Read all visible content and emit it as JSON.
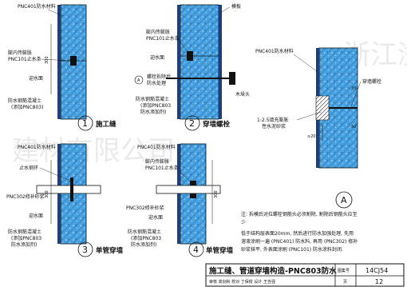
{
  "watermark": {
    "left": "建材有限公司",
    "right": "浙江溢彩"
  },
  "d1": {
    "caption": "施工缝",
    "num": "1",
    "labels": {
      "top": "PNC401防水材料",
      "stop1": "膨内传膨胀",
      "stop2": "PNC101止水条",
      "water": "迎水面",
      "conc1": "防水钢筋混凝土",
      "conc2": "(添加PNC803)",
      "dim": "300"
    }
  },
  "d2": {
    "caption": "穿墙螺栓",
    "num": "2",
    "labels": {
      "form": "模板",
      "stop1": "膨内传膨胀",
      "stop2": "PNC101止水条",
      "water": "迎水面",
      "boltA": "A",
      "bolt1": "螺栓拆除后",
      "bolt2": "防水处理",
      "wood": "木垛头",
      "conc1": "防水钢筋混凝土",
      "conc2": "(添加PNC803",
      "conc3": "防水添加剂)"
    }
  },
  "d3": {
    "caption": "单管穿墙",
    "num": "3",
    "labels": {
      "top": "PNC401防水材料",
      "ring": "止水钢环",
      "repair": "PNC302修补砂浆",
      "water": "迎水面",
      "conc1": "防水钢筋混凝土",
      "conc2": "(添加PNC803",
      "conc3": "防水添加剂)",
      "dim": "300"
    }
  },
  "d4": {
    "caption": "单管穿墙",
    "num": "4",
    "labels": {
      "top": "PNC401防水材料",
      "stop1": "膨内传膨胀",
      "stop2": "PNC101止水条",
      "repair": "PNC302修补砂浆",
      "water": "迎水面",
      "conc1": "防水钢筋混凝土",
      "conc2": "(添加PNC803",
      "conc3": "防水添加剂)",
      "dim": "300"
    }
  },
  "dA": {
    "letter": "A",
    "labels": {
      "top": "PNC401防水材料",
      "bolt": "穿墙螺栓",
      "fill1": "1:2.5填充膨胀",
      "fill2": "性水泥砂浆",
      "ge20": "≥20",
      "d30a": "30",
      "d30b": "30"
    }
  },
  "notes": {
    "line1": "注: 拆模后对拉螺栓钢筋头必须割除, 割除后钢筋头应至",
    "line2": "少",
    "line3": "低于结构层表面20mm, 然后进行防水加强处理, 先用",
    "line4": "溶液涂刷一遍 (PNC401) 防水料, 再用 (PNC302) 修补",
    "line5": "砂浆抹平, 外表面涂刷 (PNC101) 防水涂料封闭."
  },
  "titleblock": {
    "title": "施工缝、管道穿墙构造-PNC803防水",
    "atlas_label": "图集号",
    "atlas_no": "14CJ54",
    "sign_row": "审核 高剑秋 校对 丁保俊 设计 王吉强",
    "page_label": "页",
    "page_no": "12"
  }
}
